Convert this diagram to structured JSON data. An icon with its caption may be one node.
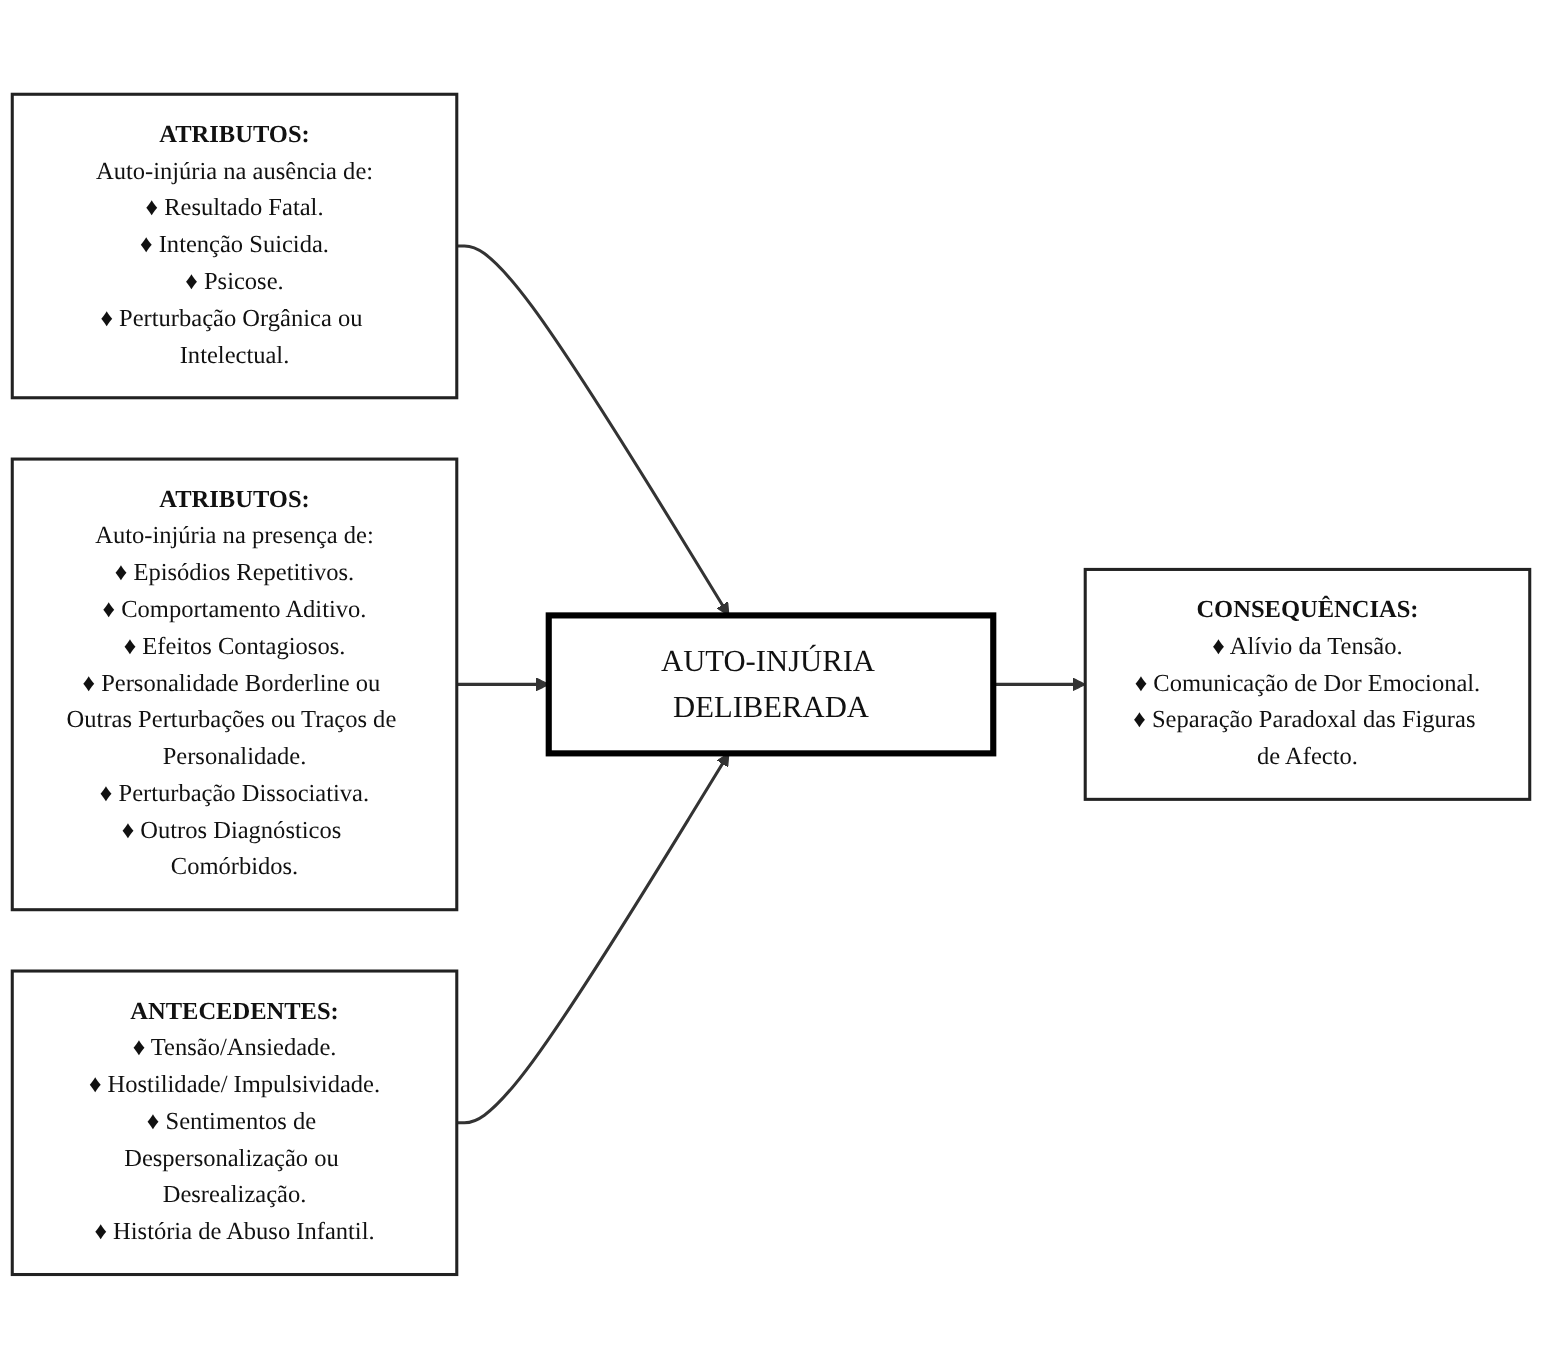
{
  "diagram": {
    "nodes": [
      {
        "text": [
          "ATRIBUTOS:",
          "Auto-injúria na ausência de:",
          "♦ Resultado Fatal.",
          "♦ Intenção Suicida.",
          "♦ Psicose.",
          "♦ Perturbação Orgânica ou Intelectual."
        ]
      },
      {
        "text": [
          "ATRIBUTOS:",
          "Auto-injúria na presença de:",
          "♦ Episódios Repetitivos.",
          "♦ Comportamento Aditivo.",
          "♦ Efeitos Contagiosos.",
          "♦ Personalidade Borderline ou Outras Perturbações ou Traços de Personalidade.",
          "♦ Perturbação Dissociativa.",
          "♦ Outros Diagnósticos Comórbidos."
        ]
      },
      {
        "text": [
          "AUTO-INJÚRIA DELIBERADA"
        ]
      },
      {
        "text": [
          "ANTECEDENTES:",
          "♦ Tensão/Ansiedade.",
          "♦ Hostilidade/ Impulsividade.",
          "♦ Sentimentos de Despersonalização ou Desrealização.",
          "♦ História de Abuso Infantil."
        ]
      },
      {
        "text": [
          "CONSEQUÊNCIAS:",
          "♦ Alívio da Tensão.",
          "♦ Comunicação de Dor Emocional.",
          "♦ Separação Paradoxal das Figuras de Afecto."
        ]
      }
    ],
    "edges": [
      {
        "from": 0,
        "to": 2,
        "arrow": "to"
      },
      {
        "from": 1,
        "to": 2,
        "arrow": "to"
      },
      {
        "from": 3,
        "to": 2,
        "arrow": "to"
      },
      {
        "from": 2,
        "to": 4,
        "arrow": "to"
      }
    ]
  }
}
